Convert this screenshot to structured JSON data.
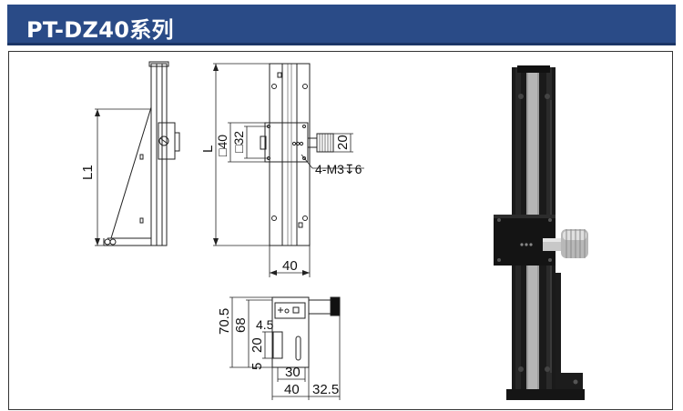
{
  "header": {
    "title": "PT-DZ40系列"
  },
  "side_view": {
    "l1": "L1"
  },
  "front_view": {
    "l": "L",
    "sq40": "□40",
    "sq32": "□32",
    "knob": "20",
    "holes": "4-M3↧6",
    "width": "40"
  },
  "bottom_view": {
    "h705": "70.5",
    "h68": "68",
    "h45": "4.5",
    "h20": "20",
    "h5": "5",
    "w30": "30",
    "w40": "40",
    "w325": "32.5"
  },
  "colors": {
    "header": "#2a4b87",
    "line": "#222222",
    "product": "#1a1a1a",
    "rack": "#9a9a9a"
  }
}
